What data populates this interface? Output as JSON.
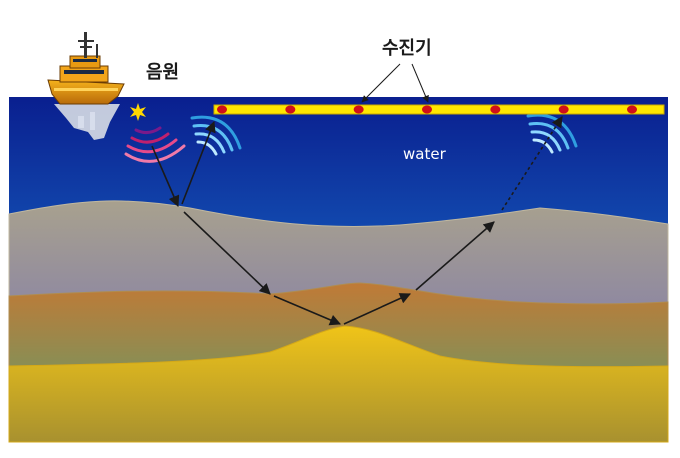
{
  "labels": {
    "source": "음원",
    "receivers": "수진기",
    "water": "water"
  },
  "icons": {
    "ship": "ship-icon",
    "source_burst": "starburst-icon",
    "emitted_wave": "sound-wave-icon",
    "received_wave": "signal-wave-icon"
  },
  "colors": {
    "water_top": "#0a1f8f",
    "water_bottom": "#1e8be0",
    "streamer": "#ffe600",
    "receiver_dot": "#d0101a",
    "layer1_top": "#a8a18e",
    "layer1_bottom": "#6f6ab8",
    "layer2_top": "#c07a36",
    "layer2_bottom": "#58a070",
    "layer3_top": "#f0c418",
    "layer3_bottom": "#a8912f",
    "ray": "#1a1a1a",
    "emitted_wave": "#e0306a",
    "received_wave": "#7fd4ff"
  },
  "receiver_count": 7
}
